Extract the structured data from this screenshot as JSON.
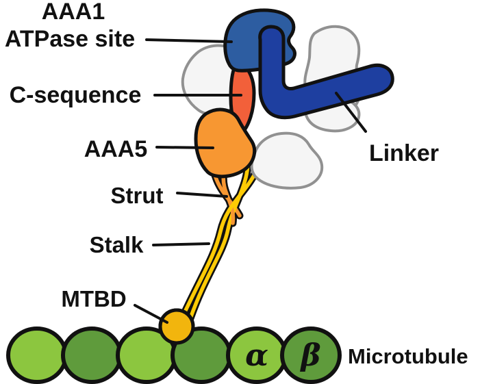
{
  "figure": {
    "title_context": "Dynein motor domain diagram on microtubule",
    "labels": {
      "aaa1": "AAA1",
      "atpase_site": "ATPase site",
      "c_sequence": "C-sequence",
      "aaa5": "AAA5",
      "strut": "Strut",
      "stalk": "Stalk",
      "mtbd": "MTBD",
      "linker": "Linker",
      "microtubule": "Microtubule",
      "alpha": "α",
      "beta": "β"
    },
    "colors": {
      "aaa1_blue": "#2D5DA1",
      "linker_navy": "#1E3FA0",
      "c_sequence_red": "#F2603A",
      "aaa5_orange": "#F79732",
      "strut_orange": "#F79732",
      "stalk_yellow": "#FECB05",
      "mtbd_gold": "#F2B50D",
      "tubulin_light_green": "#8CC63F",
      "tubulin_dark_green": "#5F9B3C",
      "subunit_white": "#F5F5F5",
      "outline_black": "#111111",
      "background": "#FFFFFF"
    }
  }
}
